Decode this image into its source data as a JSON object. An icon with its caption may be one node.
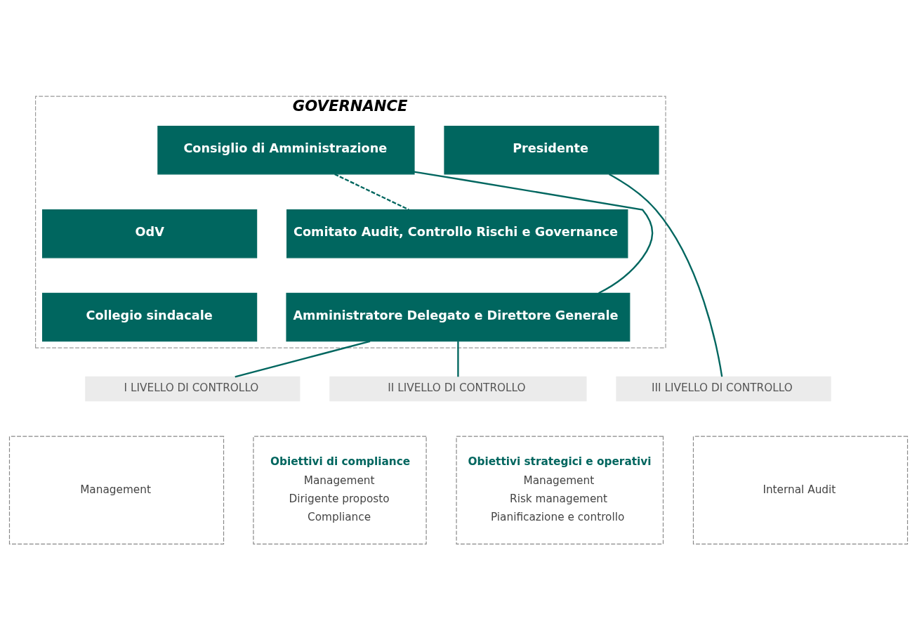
{
  "diagram": {
    "nodes": [
      {
        "text": [
          "GOVERNANCE"
        ]
      },
      {
        "text": [
          "Consiglio di Amministrazione"
        ],
        "in": 0
      },
      {
        "text": [
          "Presidente"
        ],
        "in": 0
      },
      {
        "text": [
          "OdV"
        ],
        "in": 0
      },
      {
        "text": [
          "Collegio sindacale"
        ],
        "in": 0
      },
      {
        "text": [
          "Comitato Audit, Controllo Rischi e Governance"
        ],
        "in": 0
      },
      {
        "text": [
          "Amministratore Delegato e Direttore Generale"
        ],
        "in": 0
      },
      {
        "text": [
          "I LIVELLO DI CONTROLLO"
        ]
      },
      {
        "text": [
          "II LIVELLO DI CONTROLLO"
        ]
      },
      {
        "text": [
          "III LIVELLO DI CONTROLLO"
        ]
      },
      {
        "text": [
          "Management"
        ]
      },
      {
        "text": [
          "Obiettivi di compliance",
          "Management",
          "Dirigente proposto",
          "Compliance"
        ]
      },
      {
        "text": [
          "Obiettivi strategici e operativi",
          "Management",
          "Risk management",
          "Pianificazione e controllo"
        ]
      },
      {
        "text": [
          "Internal Audit"
        ]
      }
    ],
    "edges": [
      {
        "from": 1,
        "to": 6,
        "arrow": "none"
      },
      {
        "from": 1,
        "to": 5,
        "arrow": "none",
        "style": "dashed"
      },
      {
        "from": 6,
        "to": 7,
        "arrow": "none"
      },
      {
        "from": 6,
        "to": 8,
        "arrow": "none"
      },
      {
        "from": 2,
        "to": 9,
        "arrow": "none"
      }
    ]
  }
}
